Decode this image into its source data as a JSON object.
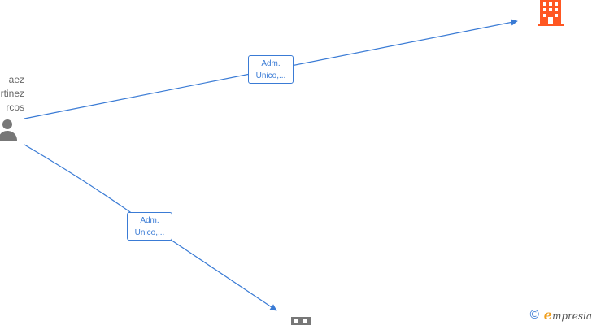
{
  "person": {
    "name_lines": [
      "aez",
      "rtinez",
      "rcos"
    ],
    "icon": "person-icon"
  },
  "edges": [
    {
      "label_lines": [
        "Adm.",
        "Unico,..."
      ],
      "target": "company-top-right"
    },
    {
      "label_lines": [
        "Adm.",
        "Unico,..."
      ],
      "target": "company-bottom"
    }
  ],
  "companies": [
    {
      "id": "company-top-right",
      "icon": "building-icon",
      "color": "#ff5722"
    },
    {
      "id": "company-bottom",
      "icon": "building-icon",
      "color": "#777777"
    }
  ],
  "colors": {
    "edge": "#3a7bd5",
    "person": "#777777"
  },
  "brand": {
    "copyright": "©",
    "initial": "e",
    "text": "mpresia"
  }
}
